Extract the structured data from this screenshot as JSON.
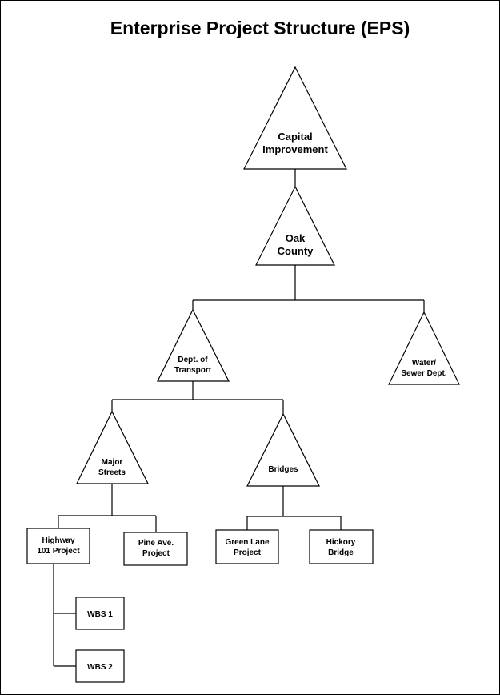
{
  "title": "Enterprise Project Structure (EPS)",
  "nodes": {
    "capital_improvement": [
      "Capital",
      "Improvement"
    ],
    "oak_county": [
      "Oak",
      "County"
    ],
    "dept_of_transport": [
      "Dept. of",
      "Transport"
    ],
    "water_sewer_dept": [
      "Water/",
      "Sewer Dept."
    ],
    "major_streets": [
      "Major",
      "Streets"
    ],
    "bridges": [
      "Bridges"
    ],
    "highway_101_project": [
      "Highway",
      "101 Project"
    ],
    "pine_ave_project": [
      "Pine Ave.",
      "Project"
    ],
    "green_lane_project": [
      "Green Lane",
      "Project"
    ],
    "hickory_bridge": [
      "Hickory",
      "Bridge"
    ],
    "wbs_1": [
      "WBS 1"
    ],
    "wbs_2": [
      "WBS 2"
    ]
  }
}
